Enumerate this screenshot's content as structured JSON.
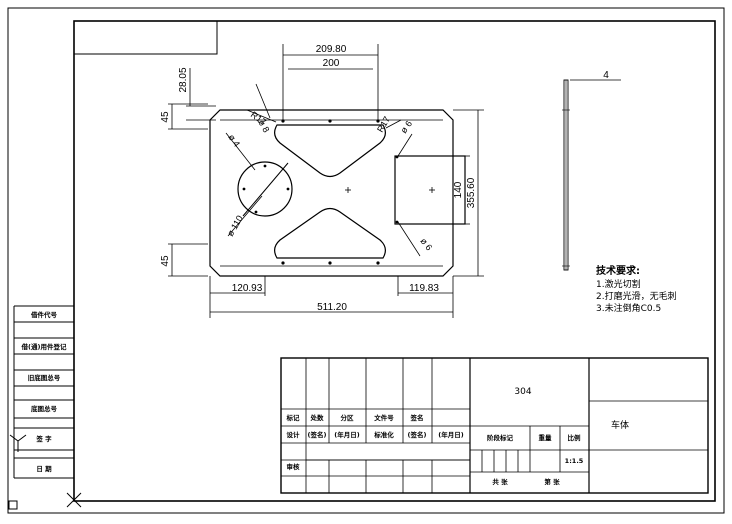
{
  "dimensions": {
    "width_outer": "209.80",
    "width_inner": "200",
    "top_offset": "28.05",
    "hole_small": "ø 8",
    "radius_left": "R17",
    "radius_right": "R17",
    "left_edge_height": "45",
    "corner_hole": "ø 6",
    "big_hole_label": "ø 4",
    "big_hole_diameter": "ø 110",
    "rect_height": "140",
    "total_height": "355.60",
    "right_hole": "ø 6",
    "bottom_edge_height": "45",
    "bottom_left_width": "120.93",
    "bottom_right_width": "119.83",
    "total_width": "511.20",
    "side_thickness": "4"
  },
  "notes": {
    "title": "技术要求:",
    "lines": [
      "1.激光切割",
      "2.打磨光滑，无毛刺",
      "3.未注倒角C0.5"
    ]
  },
  "title_block": {
    "material": "304",
    "part_name": "车体",
    "scale_value": "1:1.5",
    "row_labels": [
      "标记",
      "处数",
      "分区",
      "文件号",
      "签名"
    ],
    "design_labels": [
      "设计",
      "(签名)",
      "(年月日)",
      "标准化",
      "(签名)",
      "(年月日)"
    ],
    "stage_label": "阶段标记",
    "weight_label": "重量",
    "scale_label": "比例",
    "review_label": "审核",
    "sheet_total": "共  张",
    "sheet_no": "第  张"
  },
  "side_table": [
    "借件代号",
    "借(通)用件登记",
    "旧底图总号",
    "底图总号",
    "签 字",
    "日 期"
  ]
}
